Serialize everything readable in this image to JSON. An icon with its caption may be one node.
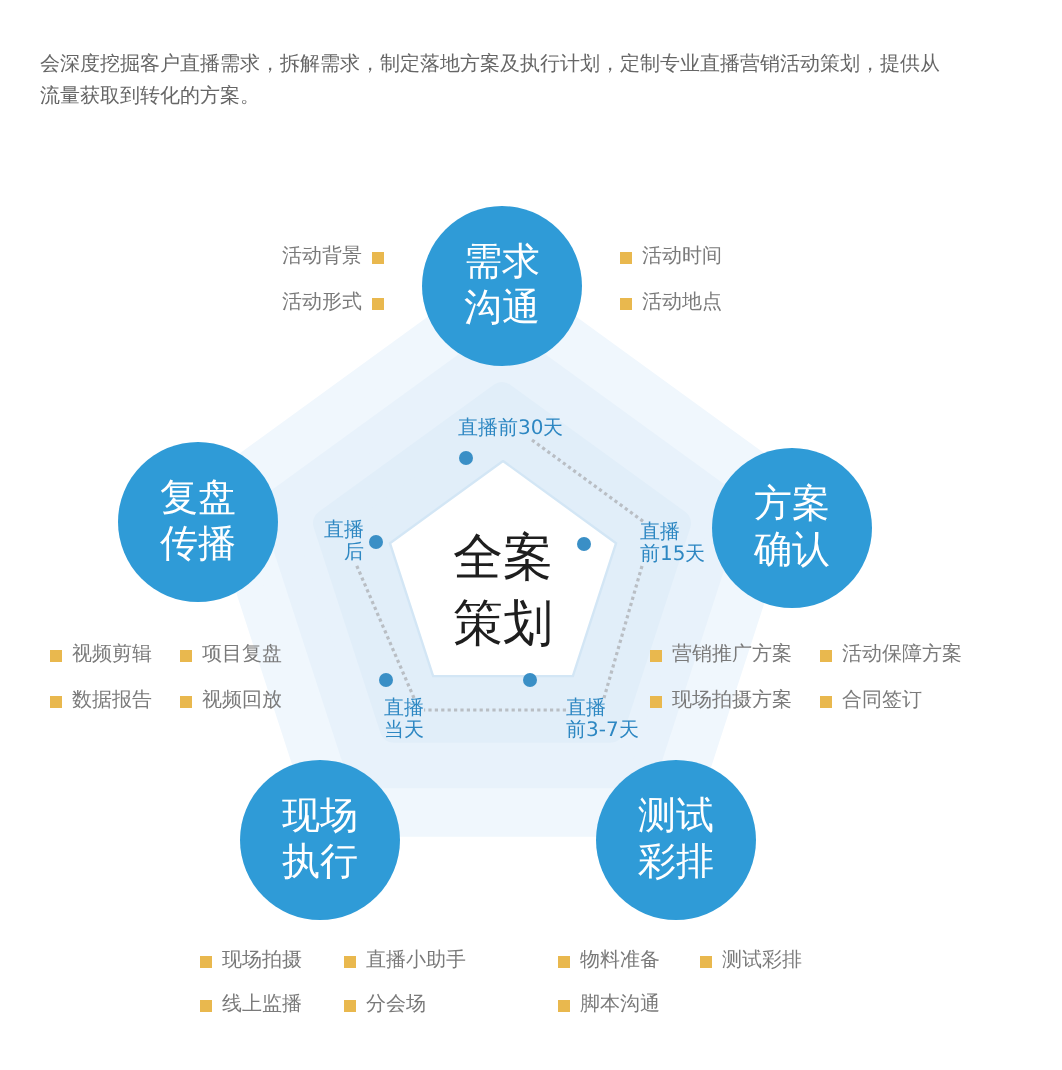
{
  "diagram": {
    "nodes": [
      {
        "text": [
          "需求沟通"
        ],
        "beside": [
          "活动背景",
          "活动时间",
          "活动形式",
          "活动地点"
        ]
      },
      {
        "text": [
          "直播前30天"
        ]
      },
      {
        "text": [
          "复盘传播"
        ],
        "beside": [
          "视频剪辑",
          "项目复盘",
          "数据报告",
          "视频回放"
        ]
      },
      {
        "text": [
          "直播后"
        ]
      },
      {
        "text": [
          "全案策划"
        ]
      },
      {
        "text": [
          "直播前15天"
        ]
      },
      {
        "text": [
          "方案确认"
        ],
        "beside": [
          "营销推广方案",
          "活动保障方案",
          "现场拍摄方案",
          "合同签订"
        ]
      },
      {
        "text": [
          "直播当天"
        ]
      },
      {
        "text": [
          "直播前3-7天"
        ]
      },
      {
        "text": [
          "现场执行"
        ],
        "beside": [
          "现场拍摄",
          "直播小助手",
          "线上监播",
          "分会场"
        ]
      },
      {
        "text": [
          "测试彩排"
        ],
        "beside": [
          "物料准备",
          "测试彩排",
          "脚本沟通"
        ]
      }
    ],
    "edges": [
      {
        "from": 1,
        "to": 5,
        "arrow": "none",
        "style": "dashed"
      },
      {
        "from": 5,
        "to": 8,
        "arrow": "none",
        "style": "dashed"
      },
      {
        "from": 8,
        "to": 7,
        "arrow": "none",
        "style": "dashed"
      },
      {
        "from": 7,
        "to": 3,
        "arrow": "none",
        "style": "dashed"
      }
    ],
    "labels": [
      "会深度挖掘客户直播需求，拆解需求，制定落地方案及执行计划，定制专业直播营销活动策划，提供从流量获取到转化的方案。"
    ]
  }
}
